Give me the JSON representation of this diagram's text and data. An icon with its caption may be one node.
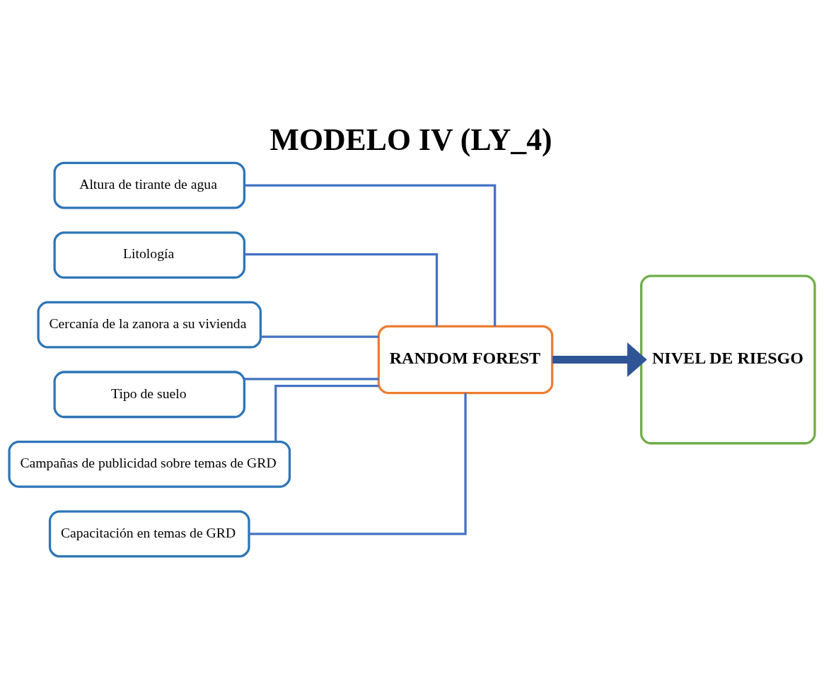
{
  "diagram": {
    "title": "MODELO IV (LY_4)",
    "nodes": [
      {
        "text": [
          "Altura de tirante de agua"
        ]
      },
      {
        "text": [
          "Litología"
        ]
      },
      {
        "text": [
          "Cercanía de la zanora a su vivienda"
        ]
      },
      {
        "text": [
          "Tipo de suelo"
        ]
      },
      {
        "text": [
          "Campañas de publicidad sobre temas de GRD"
        ]
      },
      {
        "text": [
          "Capacitación en temas de GRD"
        ]
      },
      {
        "text": [
          "RANDOM FOREST"
        ]
      },
      {
        "text": [
          "NIVEL DE RIESGO"
        ]
      }
    ],
    "edges": [
      {
        "from": 0,
        "to": 6,
        "arrow": "none"
      },
      {
        "from": 1,
        "to": 6,
        "arrow": "none"
      },
      {
        "from": 2,
        "to": 6,
        "arrow": "none"
      },
      {
        "from": 3,
        "to": 6,
        "arrow": "none"
      },
      {
        "from": 4,
        "to": 6,
        "arrow": "none"
      },
      {
        "from": 5,
        "to": 6,
        "arrow": "none"
      },
      {
        "from": 6,
        "to": 7,
        "arrow": "to",
        "style": "thick",
        "color": "#2f5597"
      }
    ]
  }
}
